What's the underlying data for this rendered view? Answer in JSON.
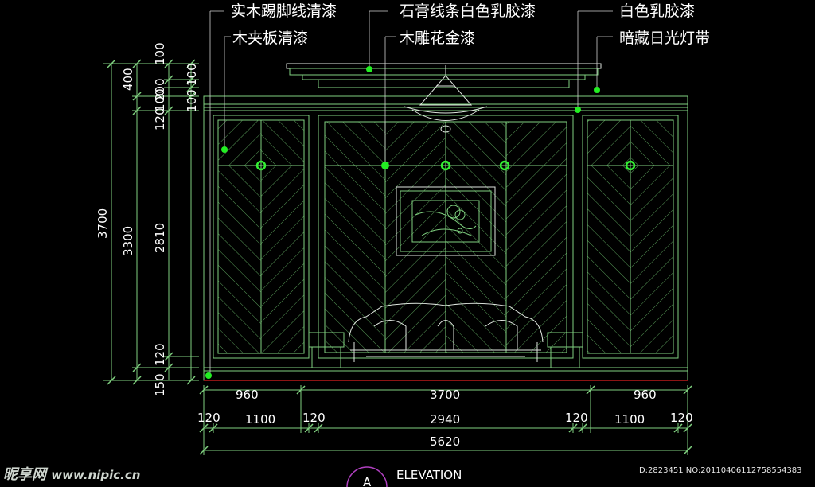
{
  "labels": {
    "skirting": "实木踢脚线清漆",
    "plywood": "木夹板清漆",
    "gypsum": "石膏线条白色乳胶漆",
    "carved": "木雕花金漆",
    "white_paint": "白色乳胶漆",
    "hidden_light": "暗藏日光灯带"
  },
  "dims_left": {
    "d100a": "100",
    "d200": "200",
    "d100b": "100",
    "d100c": "100",
    "d100d": "100",
    "d400": "400",
    "d120top": "120",
    "d3700": "3700",
    "d3300": "3300",
    "d2810": "2810",
    "d120bot": "120",
    "d150": "150"
  },
  "dims_bottom": {
    "row1": [
      "960",
      "3700",
      "960"
    ],
    "row2": [
      "120",
      "1100",
      "120",
      "2940",
      "120",
      "1100",
      "120"
    ],
    "row3": [
      "5620"
    ]
  },
  "title": {
    "marker": "A",
    "text": "ELEVATION"
  },
  "watermark": {
    "logo": "昵享网",
    "site": "www.nipic.cn",
    "id": "ID:2823451 NO:20110406112758554383"
  }
}
